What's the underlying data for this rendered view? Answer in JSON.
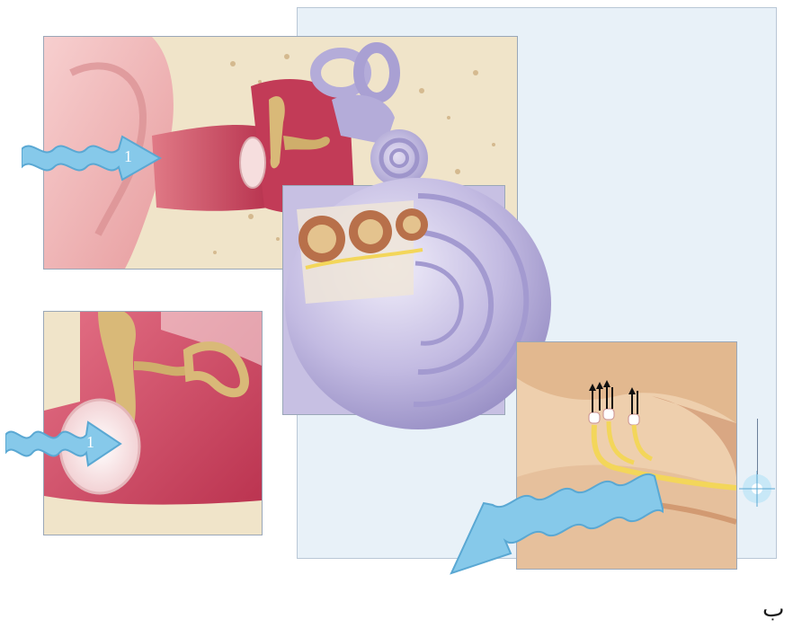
{
  "arrow_labels": [
    "1",
    "1"
  ],
  "figure_caption": "ب",
  "colors": {
    "background_panel": "#e8f1f8",
    "skin": "#f1b8b7",
    "canal": "#c9485f",
    "bone": "#f1e6c8",
    "ossicle": "#d9b978",
    "cochlea": "#bdb4dd",
    "nerve": "#f3d65a",
    "sound_arrow": "#7cc3e8"
  }
}
